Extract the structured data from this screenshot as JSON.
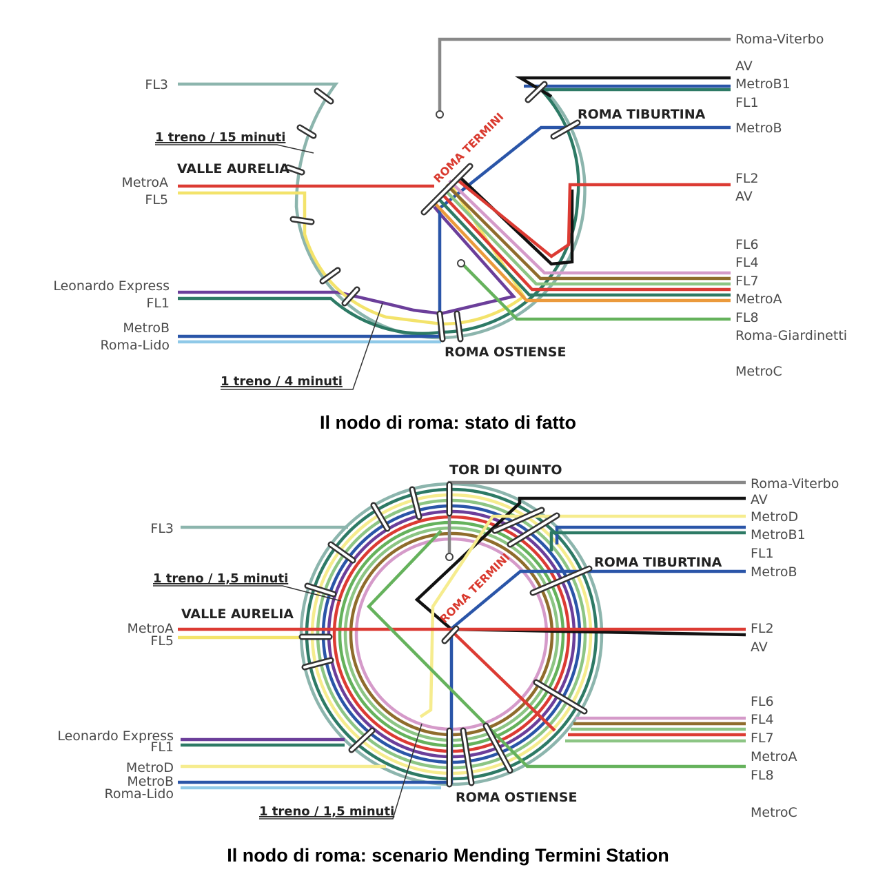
{
  "colors": {
    "fl3": "#8cb5ad",
    "metroA": "#dc3b33",
    "fl5": "#f3e36b",
    "leonardo": "#6b3e9a",
    "fl1": "#2d7a65",
    "metroB": "#2a55a8",
    "romaLido": "#8fc9e8",
    "grey": "#888888",
    "av": "#111111",
    "fl6": "#d59ac9",
    "fl4": "#8f6c2c",
    "fl7": "#8cc584",
    "orange": "#eb9a3c",
    "fl8": "#65b25c",
    "metroD": "#f6ec8e"
  },
  "top": {
    "caption": "Il nodo di roma: stato di fatto",
    "left_labels": [
      "FL3",
      "MetroA",
      "FL5",
      "Leonardo Express",
      "FL1",
      "MetroB",
      "Roma-Lido"
    ],
    "right_labels": [
      "Roma-Viterbo",
      "AV",
      "MetroB1",
      "FL1",
      "MetroB",
      "FL2",
      "AV",
      "FL6",
      "FL4",
      "FL7",
      "MetroA",
      "FL8",
      "Roma-Giardinetti",
      "MetroC"
    ],
    "stations": {
      "valle_aurelia": "VALLE AURELIA",
      "roma_tiburtina": "ROMA TIBURTINA",
      "roma_ostiense": "ROMA OSTIENSE",
      "roma_termini": "ROMA TERMINI"
    },
    "freq_upper": "1 treno / 15 minuti",
    "freq_lower": "1 treno / 4 minuti"
  },
  "bottom": {
    "caption": "Il nodo di roma: scenario Mending Termini Station",
    "left_labels": [
      "FL3",
      "MetroA",
      "FL5",
      "Leonardo Express",
      "FL1",
      "MetroD",
      "MetroB",
      "Roma-Lido"
    ],
    "right_labels": [
      "Roma-Viterbo",
      "AV",
      "MetroD",
      "MetroB1",
      "FL1",
      "MetroB",
      "FL2",
      "AV",
      "FL6",
      "FL4",
      "FL7",
      "MetroA",
      "FL8",
      "MetroC"
    ],
    "stations": {
      "tor_di_quinto": "TOR DI QUINTO",
      "valle_aurelia": "VALLE AURELIA",
      "roma_tiburtina": "ROMA TIBURTINA",
      "roma_ostiense": "ROMA OSTIENSE",
      "roma_termini": "ROMA TERMINI"
    },
    "freq_upper": "1 treno / 1,5 minuti",
    "freq_lower": "1 treno / 1,5 minuti"
  }
}
